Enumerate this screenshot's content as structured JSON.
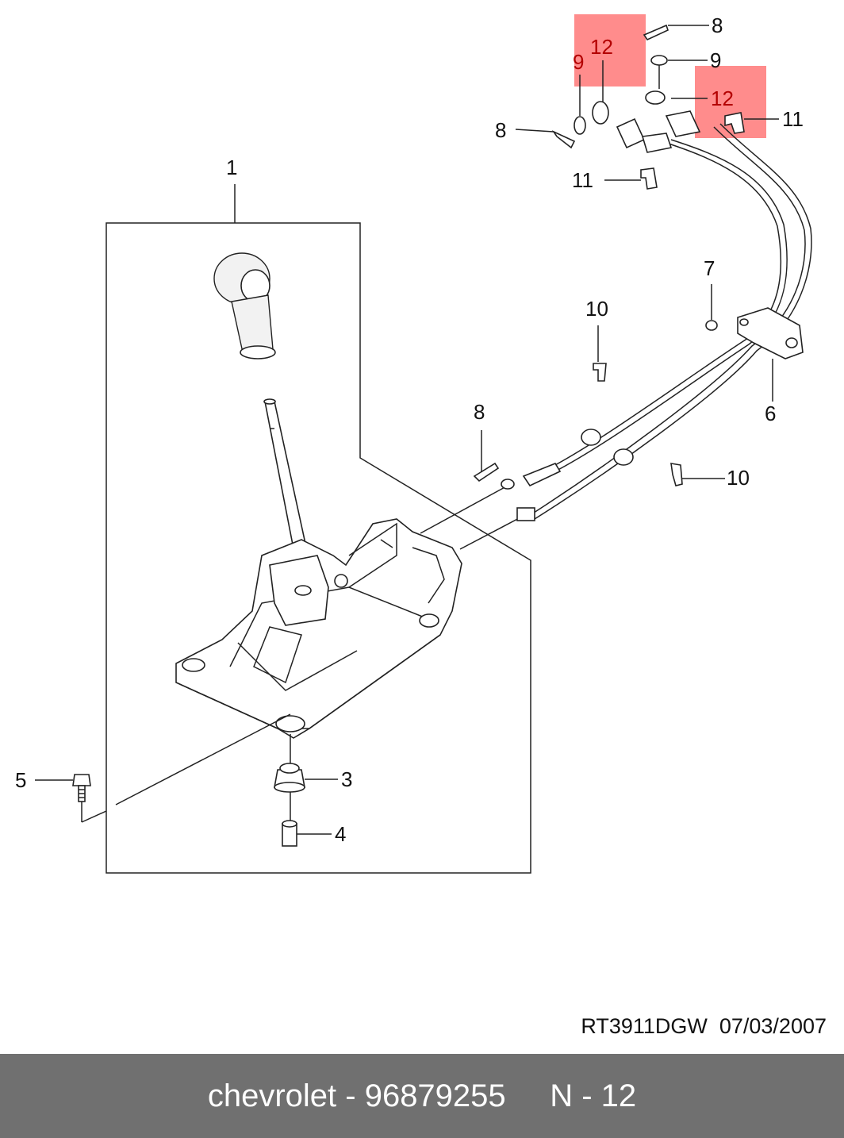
{
  "diagram": {
    "callouts": {
      "c1": "1",
      "c3": "3",
      "c4": "4",
      "c5": "5",
      "c6": "6",
      "c7": "7",
      "c8_top": "8",
      "c8_left": "8",
      "c8_mid": "8",
      "c9_top": "9",
      "c9_left": "9",
      "c10_mid": "10",
      "c10_right": "10",
      "c11_left": "11",
      "c11_right": "11",
      "c12_a": "12",
      "c12_b": "12"
    },
    "highlight_color": "#ff8080",
    "drawing_code": "RT3911DGW  07/03/2007"
  },
  "footer": {
    "text": "chevrolet - 96879255     N - 12",
    "background": "#707070"
  }
}
